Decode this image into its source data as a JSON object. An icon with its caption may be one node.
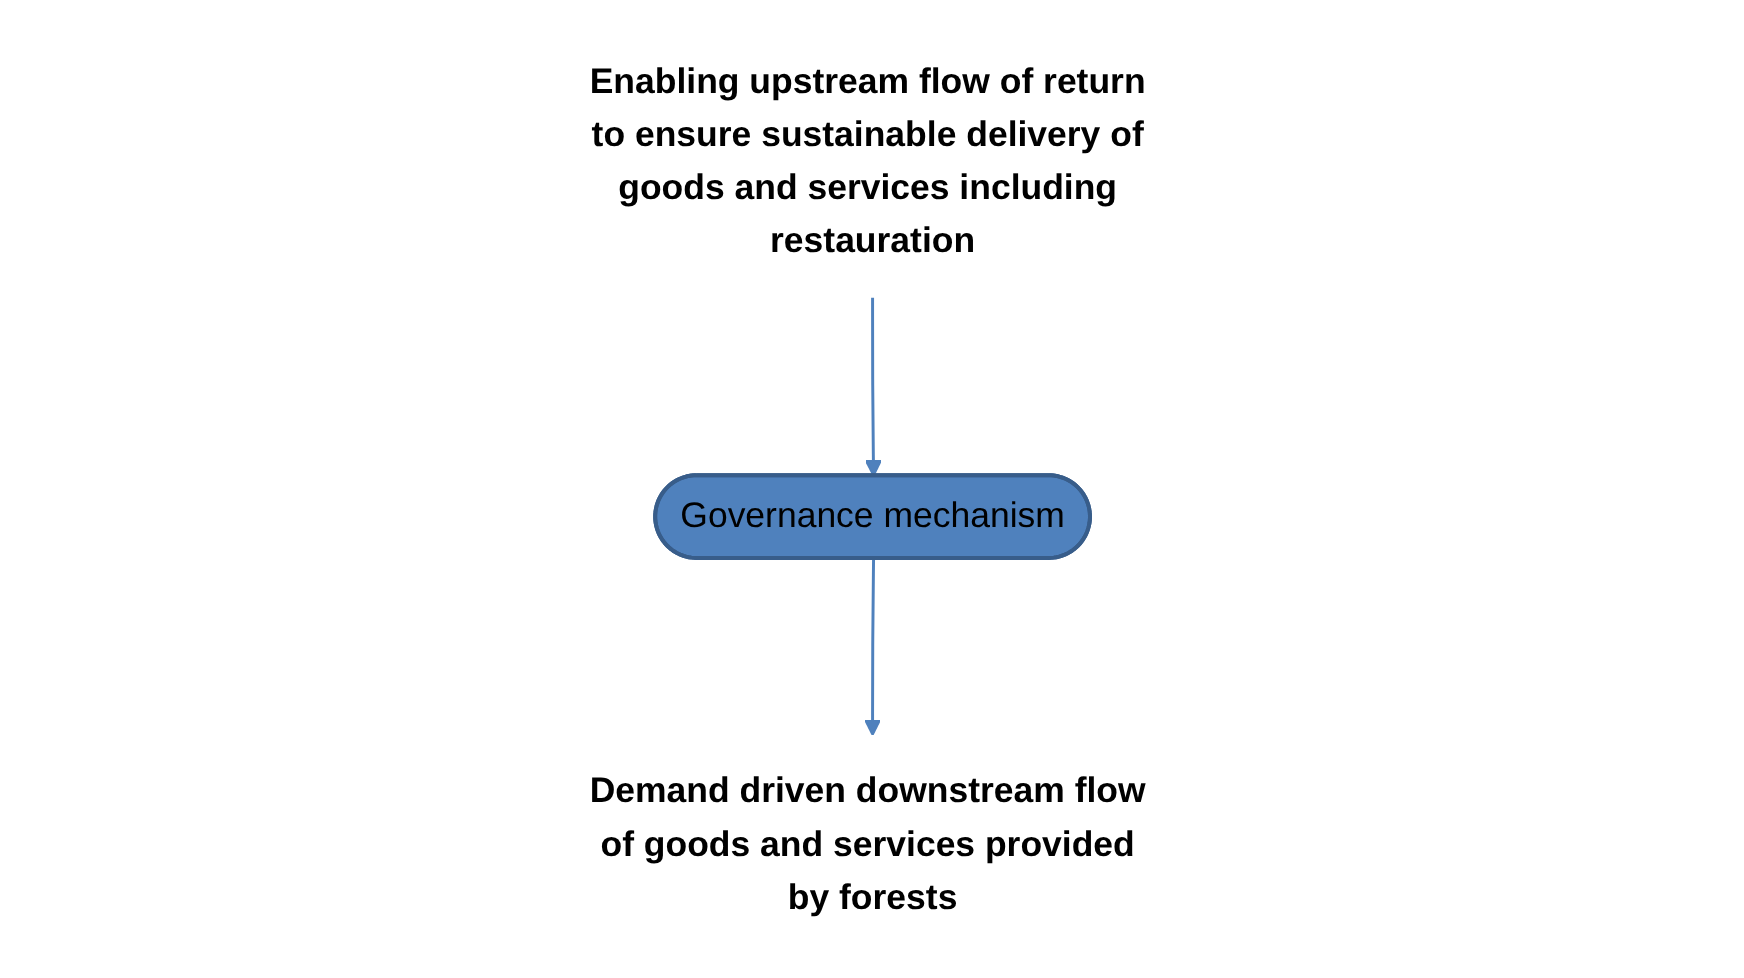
{
  "diagram": {
    "nodes": [
      {
        "text": [
          "Governance mechanism"
        ]
      },
      {
        "text": [
          "Demand driven downstream flow of goods and services provided by forests"
        ]
      },
      {
        "text": [
          "Enabling upstream flow of return to ensure sustainable delivery of goods and services including restauration"
        ]
      }
    ],
    "edges": [
      {
        "from": 0,
        "to": 1,
        "arrow": "to"
      },
      {
        "from": 2,
        "to": 0,
        "arrow": "to"
      }
    ]
  }
}
